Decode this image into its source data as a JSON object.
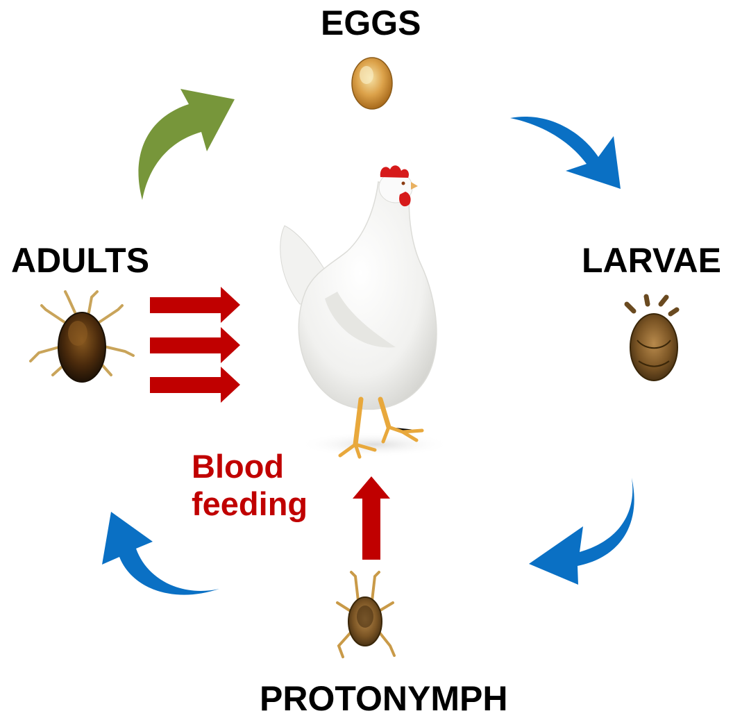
{
  "stages": {
    "eggs": "EGGS",
    "larvae": "LARVAE",
    "protonymph": "PROTONYMPH",
    "adults": "ADULTS"
  },
  "feeding_label": {
    "line1": "Blood",
    "line2": "feeding"
  },
  "colors": {
    "cycle_arrow_blue": "#0a70c4",
    "adult_to_egg_arrow_green": "#77963a",
    "feeding_arrow_red": "#c00000",
    "label_black": "#000000",
    "label_red": "#c00000"
  },
  "icons": {
    "center": "chicken-hen-icon",
    "eggs": "mite-egg-icon",
    "larvae": "mite-larva-icon",
    "protonymph": "mite-protonymph-icon",
    "adults": "mite-adult-icon"
  }
}
